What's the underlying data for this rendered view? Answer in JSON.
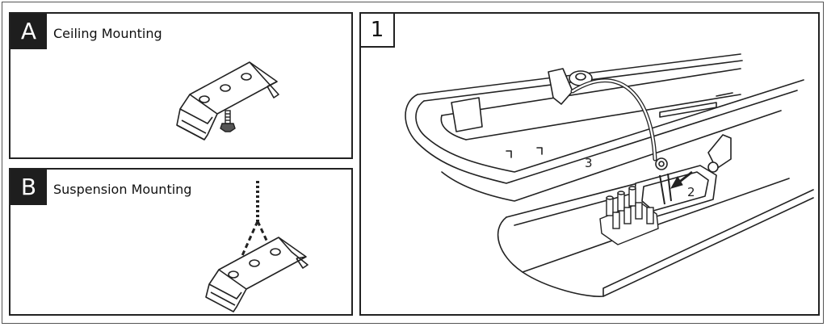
{
  "panel_a": {
    "letter": "A",
    "title": "Ceiling Mounting"
  },
  "panel_b": {
    "letter": "B",
    "title": "Suspension Mounting"
  },
  "panel_1": {
    "number": "1",
    "callouts": [
      "2",
      "3"
    ]
  }
}
